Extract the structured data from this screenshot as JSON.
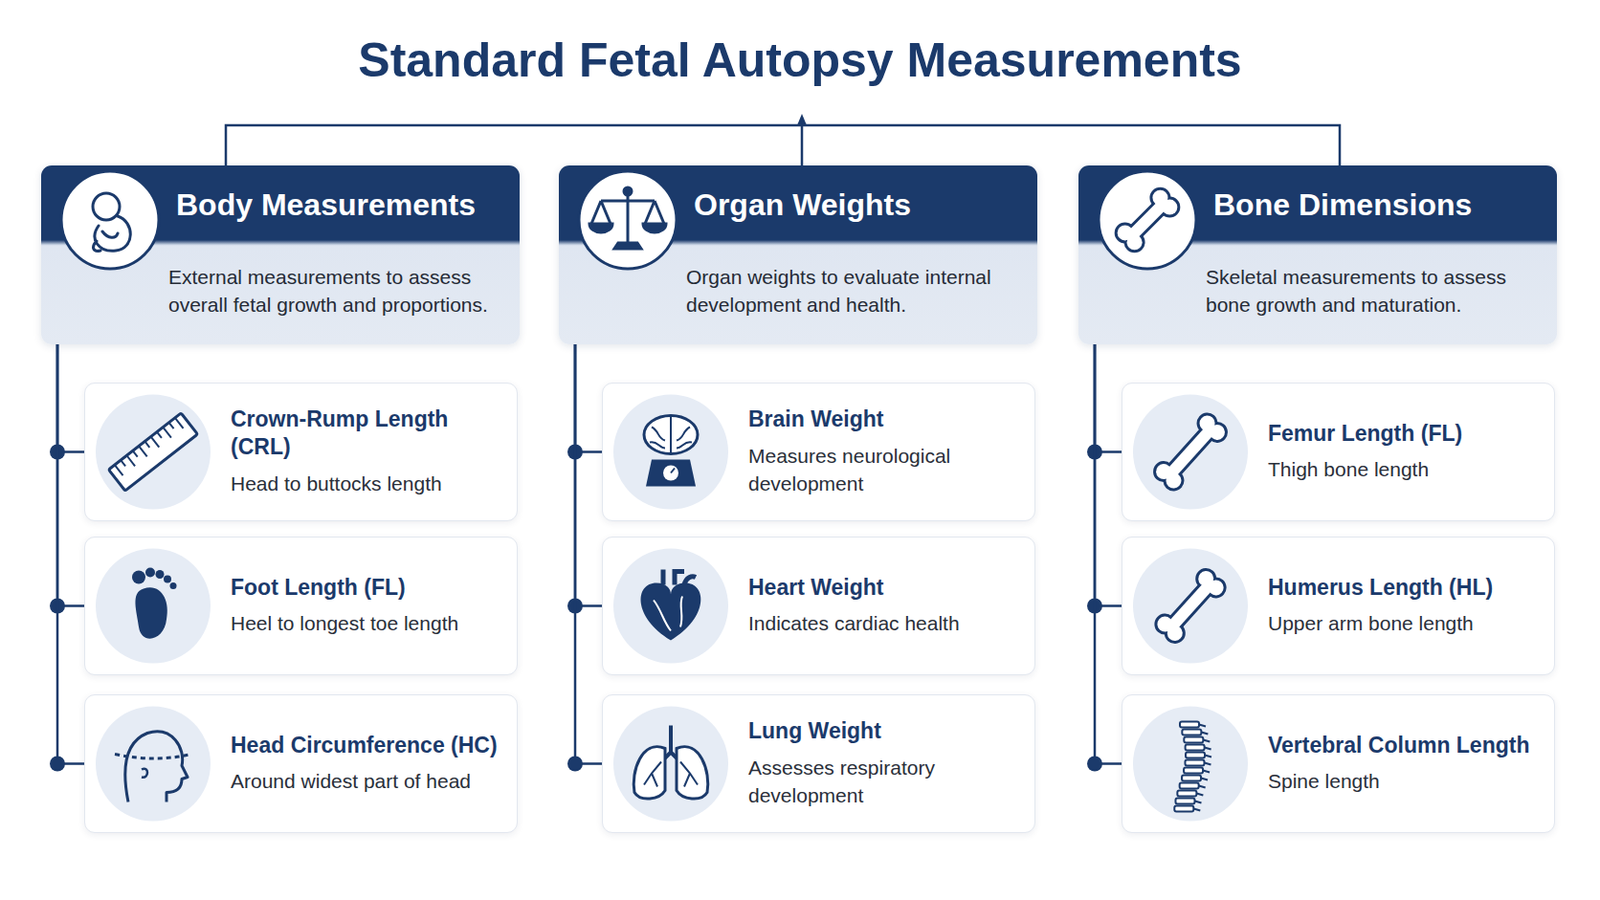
{
  "diagram": {
    "title": "Standard Fetal Autopsy Measurements",
    "nodes": [
      {
        "text": [
          "Body Measurements",
          "External measurements to assess overall fetal growth and proportions."
        ]
      },
      {
        "text": [
          "Crown-Rump Length (CRL)",
          "Head to buttocks length"
        ]
      },
      {
        "text": [
          "Foot Length (FL)",
          "Heel to longest toe length"
        ]
      },
      {
        "text": [
          "Head Circumference (HC)",
          "Around widest part of head"
        ]
      },
      {
        "text": [
          "Organ Weights",
          "Organ weights to evaluate internal development and health."
        ]
      },
      {
        "text": [
          "Brain Weight",
          "Measures neurological development"
        ]
      },
      {
        "text": [
          "Heart Weight",
          "Indicates cardiac health"
        ]
      },
      {
        "text": [
          "Lung Weight",
          "Assesses respiratory development"
        ]
      },
      {
        "text": [
          "Bone Dimensions",
          "Skeletal measurements to assess bone growth and maturation."
        ]
      },
      {
        "text": [
          "Femur Length (FL)",
          "Thigh bone length"
        ]
      },
      {
        "text": [
          "Humerus Length (HL)",
          "Upper arm bone length"
        ]
      },
      {
        "text": [
          "Vertebral Column Length",
          "Spine length"
        ]
      }
    ],
    "edges": [
      {
        "from": 0,
        "to": 1,
        "arrow": "none"
      },
      {
        "from": 0,
        "to": 2,
        "arrow": "none"
      },
      {
        "from": 0,
        "to": 3,
        "arrow": "none"
      },
      {
        "from": 4,
        "to": 5,
        "arrow": "none"
      },
      {
        "from": 4,
        "to": 6,
        "arrow": "none"
      },
      {
        "from": 4,
        "to": 7,
        "arrow": "none"
      },
      {
        "from": 8,
        "to": 9,
        "arrow": "none"
      },
      {
        "from": 8,
        "to": 10,
        "arrow": "none"
      },
      {
        "from": 8,
        "to": 11,
        "arrow": "none"
      }
    ]
  }
}
